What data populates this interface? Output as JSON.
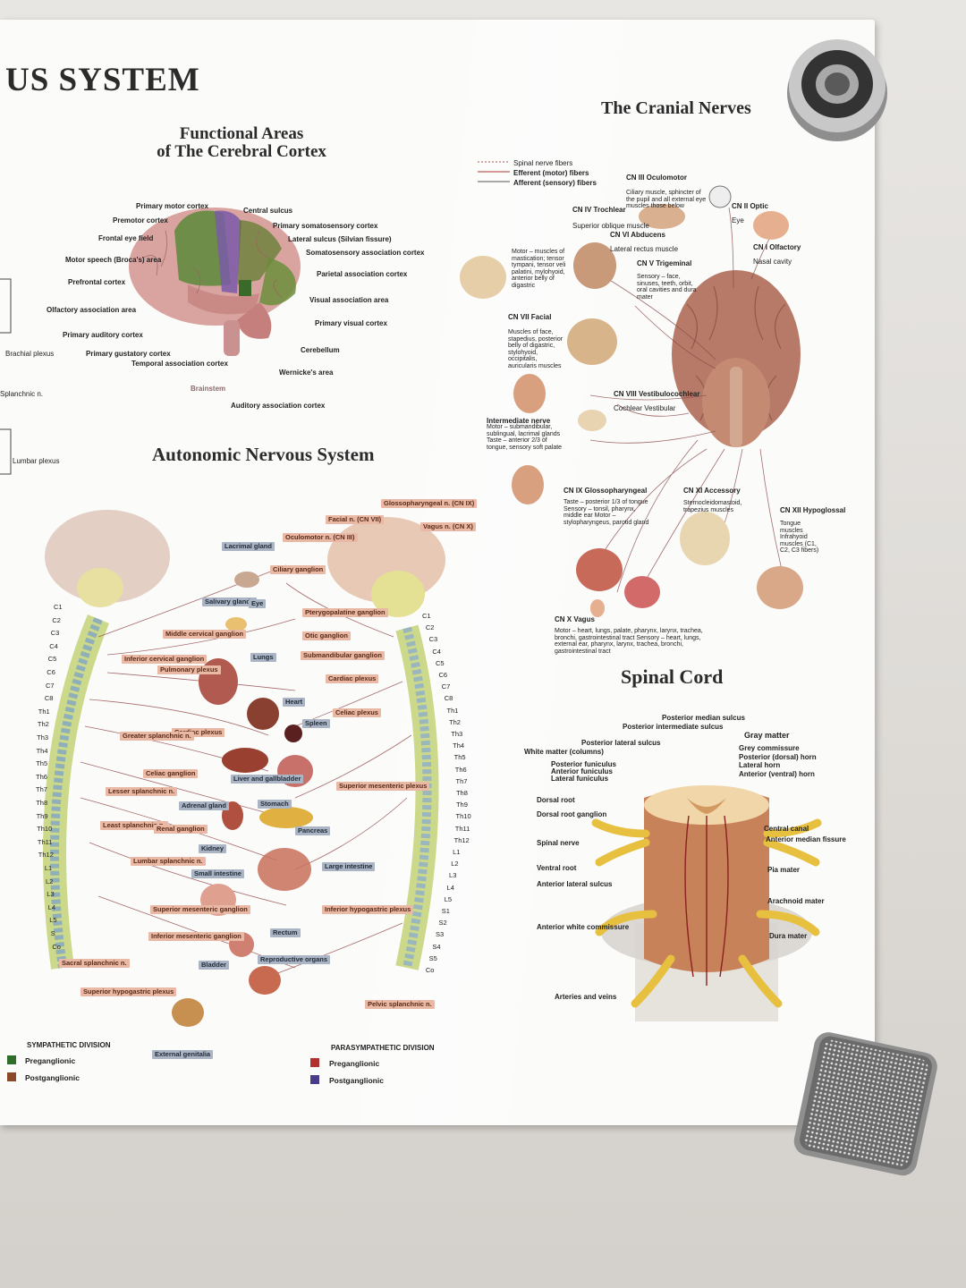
{
  "poster": {
    "title": "US SYSTEM"
  },
  "cortex": {
    "title_line1": "Functional Areas",
    "title_line2": "of The Cerebral Cortex",
    "labels": [
      "Primary motor cortex",
      "Central sulcus",
      "Premotor cortex",
      "Primary somatosensory cortex",
      "Frontal eye field",
      "Lateral sulcus (Silvian fissure)",
      "Motor speech (Broca's) area",
      "Somatosensory association cortex",
      "Prefrontal cortex",
      "Parietal association cortex",
      "Visual association area",
      "Olfactory association area",
      "Primary visual cortex",
      "Primary auditory cortex",
      "Cerebellum",
      "Primary gustatory cortex",
      "Temporal association cortex",
      "Wernicke's area",
      "Brainstem",
      "Auditory association cortex"
    ]
  },
  "edge": {
    "labels": [
      "Brachial plexus",
      "Splanchnic n.",
      "Lumbar plexus"
    ]
  },
  "cranial": {
    "title": "The Cranial Nerves",
    "legend": [
      "Spinal nerve fibers",
      "Efferent (motor) fibers",
      "Afferent (sensory) fibers"
    ],
    "motor_mastication": "Motor – muscles of mastication; tensor tympani, tensor veli palatini, mylohyoid, anterior belly of digastric",
    "nerves": [
      {
        "name": "CN III Oculomotor",
        "desc": "Ciliary muscle, sphincter of the pupil and all external eye muscles those below"
      },
      {
        "name": "CN II Optic",
        "desc": "Eye"
      },
      {
        "name": "CN IV Trochlear",
        "desc": "Superior oblique muscle"
      },
      {
        "name": "CN VI Abducens",
        "desc": "Lateral rectus muscle"
      },
      {
        "name": "CN I Olfactory",
        "desc": "Nasal cavity"
      },
      {
        "name": "CN V Trigeminal",
        "desc": "Sensory – face, sinuses, teeth, orbit, oral cavities and dura mater"
      },
      {
        "name": "CN VII Facial",
        "desc": "Muscles of face, stapedius, posterior belly of digastric, stylohyoid, occipitalis, auricularis muscles"
      },
      {
        "name": "CN VIII Vestibulocochlear",
        "desc": "Cochlear Vestibular"
      },
      {
        "name": "Intermediate nerve",
        "desc": "Motor – submandibular, sublingual, lacrimal glands Taste – anterior 2/3 of tongue, sensory soft palate"
      },
      {
        "name": "CN IX Glossopharyngeal",
        "desc": "Taste – posterior 1/3 of tongue Sensory – tonsil, pharynx, middle ear Motor – stylopharyngeus, parotid gland"
      },
      {
        "name": "CN XI Accessory",
        "desc": "Sternocleidomastoid, trapezius muscles"
      },
      {
        "name": "CN XII Hypoglossal",
        "desc": "Tongue muscles Infrahyoid muscles (C1, C2, C3 fibers)"
      },
      {
        "name": "CN X Vagus",
        "desc": "Motor – heart, lungs, palate, pharynx, larynx, trachea, bronchi, gastrointestinal tract Sensory – heart, lungs, external ear, pharynx, larynx, trachea, bronchi, gastrointestinal tract"
      }
    ]
  },
  "ans": {
    "title": "Autonomic Nervous System",
    "tags": [
      "Glossopharyngeal n. (CN IX)",
      "Facial n. (CN VII)",
      "Vagus n. (CN X)",
      "Lacrimal gland",
      "Oculomotor n. (CN III)",
      "Ciliary ganglion",
      "Salivary glands",
      "Eye",
      "Pterygopalatine ganglion",
      "Otic ganglion",
      "Middle cervical ganglion",
      "Lungs",
      "Submandibular ganglion",
      "Inferior cervical ganglion",
      "Pulmonary plexus",
      "Cardiac plexus",
      "Heart",
      "Celiac plexus",
      "Spleen",
      "Cardiac plexus",
      "Greater splanchnic n.",
      "Liver and gallbladder",
      "Celiac ganglion",
      "Superior mesenteric plexus",
      "Stomach",
      "Lesser splanchnic n.",
      "Adrenal gland",
      "Least splanchnic n.",
      "Renal ganglion",
      "Pancreas",
      "Kidney",
      "Lumbar splanchnic n.",
      "Large intestine",
      "Small intestine",
      "Superior mesenteric ganglion",
      "Inferior hypogastric plexus",
      "Inferior mesenteric ganglion",
      "Rectum",
      "Reproductive organs",
      "Bladder",
      "Sacral splanchnic n.",
      "Superior hypogastric plexus",
      "Pelvic splanchnic n.",
      "External genitalia"
    ]
  },
  "vertebrae": {
    "left": [
      "C1",
      "C2",
      "C3",
      "C4",
      "C5",
      "C6",
      "C7",
      "C8",
      "Th1",
      "Th2",
      "Th3",
      "Th4",
      "Th5",
      "Th6",
      "Th7",
      "Th8",
      "Th9",
      "Th10",
      "Th11",
      "Th12",
      "L1",
      "L2",
      "L3",
      "L4",
      "L5",
      "S",
      "Co"
    ],
    "right": [
      "C1",
      "C2",
      "C3",
      "C4",
      "C5",
      "C6",
      "C7",
      "C8",
      "Th1",
      "Th2",
      "Th3",
      "Th4",
      "Th5",
      "Th6",
      "Th7",
      "Th8",
      "Th9",
      "Th10",
      "Th11",
      "Th12",
      "L1",
      "L2",
      "L3",
      "L4",
      "L5",
      "S1",
      "S2",
      "S3",
      "S4",
      "S5",
      "Co"
    ]
  },
  "legend": {
    "sympathetic": {
      "title": "SYMPATHETIC DIVISION",
      "items": [
        "Preganglionic",
        "Postganglionic"
      ]
    },
    "parasympathetic": {
      "title": "PARASYMPATHETIC DIVISION",
      "items": [
        "Preganglionic",
        "Postganglionic"
      ]
    }
  },
  "spinal": {
    "title": "Spinal Cord",
    "labels": [
      "Posterior median sulcus",
      "Posterior intermediate sulcus",
      "Gray matter",
      "Posterior lateral sulcus",
      "White matter (columns)",
      "Grey commissure",
      "Posterior (dorsal) horn",
      "Posterior funiculus",
      "Lateral horn",
      "Anterior funiculus",
      "Anterior (ventral) horn",
      "Lateral funiculus",
      "Dorsal root",
      "Dorsal root ganglion",
      "Central canal",
      "Spinal nerve",
      "Anterior median fissure",
      "Ventral root",
      "Pia mater",
      "Anterior lateral sulcus",
      "Arachnoid mater",
      "Anterior white commissure",
      "Dura mater",
      "Arteries and veins"
    ]
  }
}
